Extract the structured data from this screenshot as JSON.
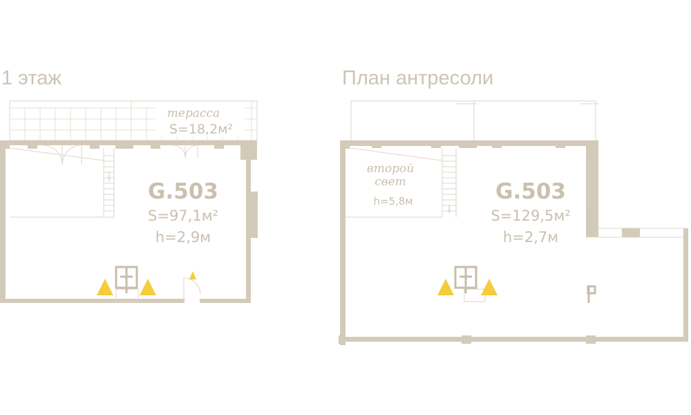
{
  "colors": {
    "wall": "#d3cab9",
    "thin_line": "#ddd6c9",
    "text": "#c9c0af",
    "title": "#cdc4b4",
    "entrance_marker": "#f5cc3a"
  },
  "plans": [
    {
      "title": "1 этаж",
      "unit": {
        "code": "G.503",
        "area": "S=97,1м²",
        "height": "h=2,9м"
      },
      "terrace": {
        "label": "терасса",
        "area": "S=18,2м²"
      }
    },
    {
      "title": "План антресоли",
      "unit": {
        "code": "G.503",
        "area": "S=129,5м²",
        "height": "h=2,7м"
      },
      "void": {
        "label_line1": "второй",
        "label_line2": "свет",
        "height": "h=5,8м"
      }
    }
  ]
}
